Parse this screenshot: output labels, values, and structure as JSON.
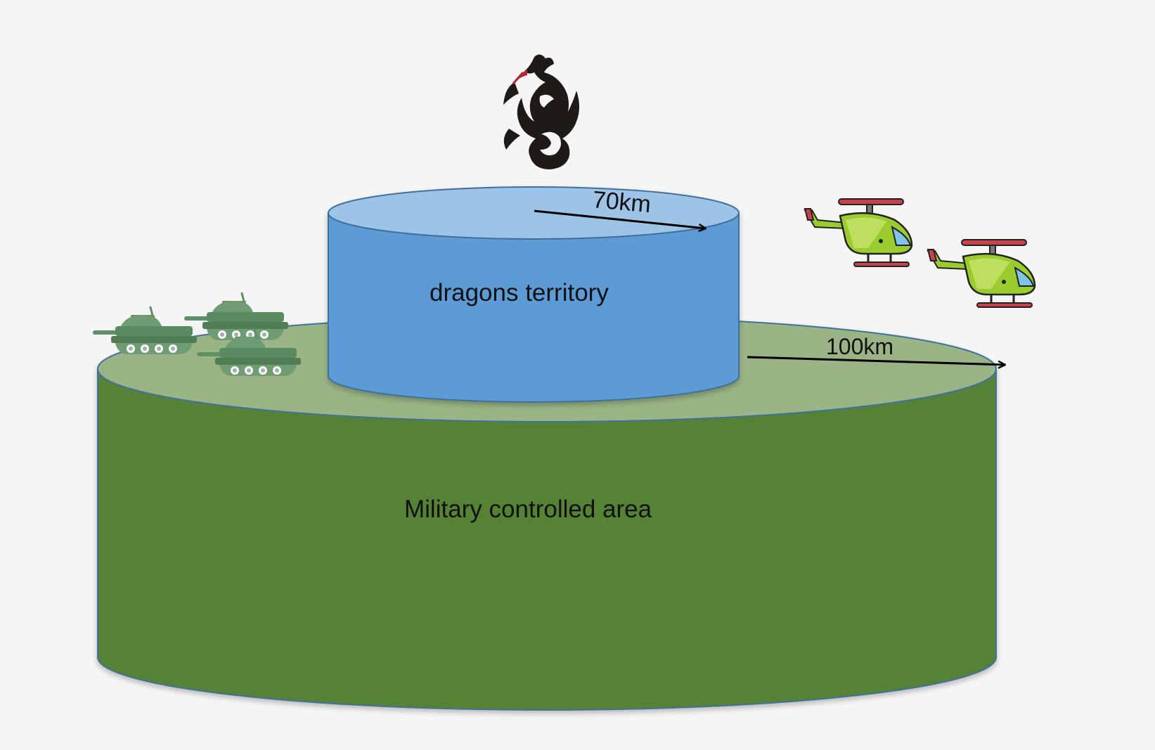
{
  "diagram": {
    "inner_zone": {
      "label": "dragons territory",
      "radius_label": "70km",
      "color_side": "#5b9bd5",
      "color_top": "#9dc3e6",
      "stroke": "#41719c"
    },
    "outer_zone": {
      "label": "Military controlled area",
      "radius_label": "100km",
      "color_side": "#548235",
      "color_top": "#9ab485",
      "stroke": "#41719c"
    },
    "icons": {
      "dragon": "dragon-icon",
      "tank": "tank-icon",
      "helicopter": "helicopter-icon"
    },
    "colors": {
      "background": "#f5f5f5",
      "tank": "#5f8f64",
      "helicopter_body": "#9bcc2d",
      "helicopter_rotor": "#c8424e"
    }
  }
}
